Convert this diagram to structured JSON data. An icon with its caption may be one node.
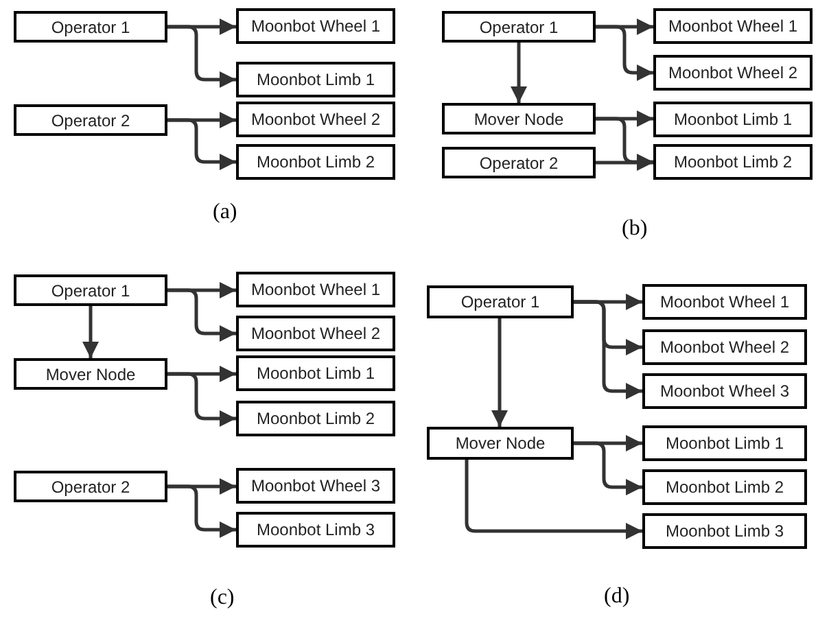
{
  "diagram": {
    "nodes": [
      {
        "text": [
          "Operator 1"
        ]
      },
      {
        "text": [
          "Moonbot Wheel 1"
        ]
      },
      {
        "text": [
          "Moonbot Limb 1"
        ]
      },
      {
        "text": [
          "Operator 2"
        ]
      },
      {
        "text": [
          "Moonbot Wheel 2"
        ]
      },
      {
        "text": [
          "Moonbot Limb 2"
        ]
      },
      {
        "text": [
          "Operator 1"
        ]
      },
      {
        "text": [
          "Moonbot Wheel 1"
        ]
      },
      {
        "text": [
          "Moonbot Wheel 2"
        ]
      },
      {
        "text": [
          "Mover Node"
        ]
      },
      {
        "text": [
          "Moonbot Limb 1"
        ]
      },
      {
        "text": [
          "Operator 2"
        ]
      },
      {
        "text": [
          "Moonbot Limb 2"
        ]
      },
      {
        "text": [
          "Operator 1"
        ]
      },
      {
        "text": [
          "Moonbot Wheel 1"
        ]
      },
      {
        "text": [
          "Moonbot Wheel 2"
        ]
      },
      {
        "text": [
          "Mover Node"
        ]
      },
      {
        "text": [
          "Moonbot Limb 1"
        ]
      },
      {
        "text": [
          "Moonbot Limb 2"
        ]
      },
      {
        "text": [
          "Operator 2"
        ]
      },
      {
        "text": [
          "Moonbot Wheel 3"
        ]
      },
      {
        "text": [
          "Moonbot Limb 3"
        ]
      },
      {
        "text": [
          "Operator 1"
        ]
      },
      {
        "text": [
          "Moonbot Wheel 1"
        ]
      },
      {
        "text": [
          "Moonbot Wheel 2"
        ]
      },
      {
        "text": [
          "Moonbot Wheel 3"
        ]
      },
      {
        "text": [
          "Mover Node"
        ]
      },
      {
        "text": [
          "Moonbot Limb 1"
        ]
      },
      {
        "text": [
          "Moonbot Limb 2"
        ]
      },
      {
        "text": [
          "Moonbot Limb 3"
        ]
      }
    ],
    "edges": [
      {
        "from": 0,
        "to": 1,
        "arrow": "to"
      },
      {
        "from": 0,
        "to": 2,
        "arrow": "to"
      },
      {
        "from": 3,
        "to": 4,
        "arrow": "to"
      },
      {
        "from": 3,
        "to": 5,
        "arrow": "to"
      },
      {
        "from": 6,
        "to": 7,
        "arrow": "to"
      },
      {
        "from": 6,
        "to": 8,
        "arrow": "to"
      },
      {
        "from": 6,
        "to": 9,
        "arrow": "to"
      },
      {
        "from": 9,
        "to": 10,
        "arrow": "to"
      },
      {
        "from": 9,
        "to": 12,
        "arrow": "to"
      },
      {
        "from": 11,
        "to": 12,
        "arrow": "to"
      },
      {
        "from": 13,
        "to": 14,
        "arrow": "to"
      },
      {
        "from": 13,
        "to": 15,
        "arrow": "to"
      },
      {
        "from": 13,
        "to": 16,
        "arrow": "to"
      },
      {
        "from": 16,
        "to": 17,
        "arrow": "to"
      },
      {
        "from": 16,
        "to": 18,
        "arrow": "to"
      },
      {
        "from": 19,
        "to": 20,
        "arrow": "to"
      },
      {
        "from": 19,
        "to": 21,
        "arrow": "to"
      },
      {
        "from": 22,
        "to": 23,
        "arrow": "to"
      },
      {
        "from": 22,
        "to": 24,
        "arrow": "to"
      },
      {
        "from": 22,
        "to": 25,
        "arrow": "to"
      },
      {
        "from": 22,
        "to": 26,
        "arrow": "to"
      },
      {
        "from": 26,
        "to": 27,
        "arrow": "to"
      },
      {
        "from": 26,
        "to": 28,
        "arrow": "to"
      },
      {
        "from": 26,
        "to": 29,
        "arrow": "to"
      }
    ],
    "labels": [
      "(a)",
      "(b)",
      "(c)",
      "(d)"
    ]
  }
}
